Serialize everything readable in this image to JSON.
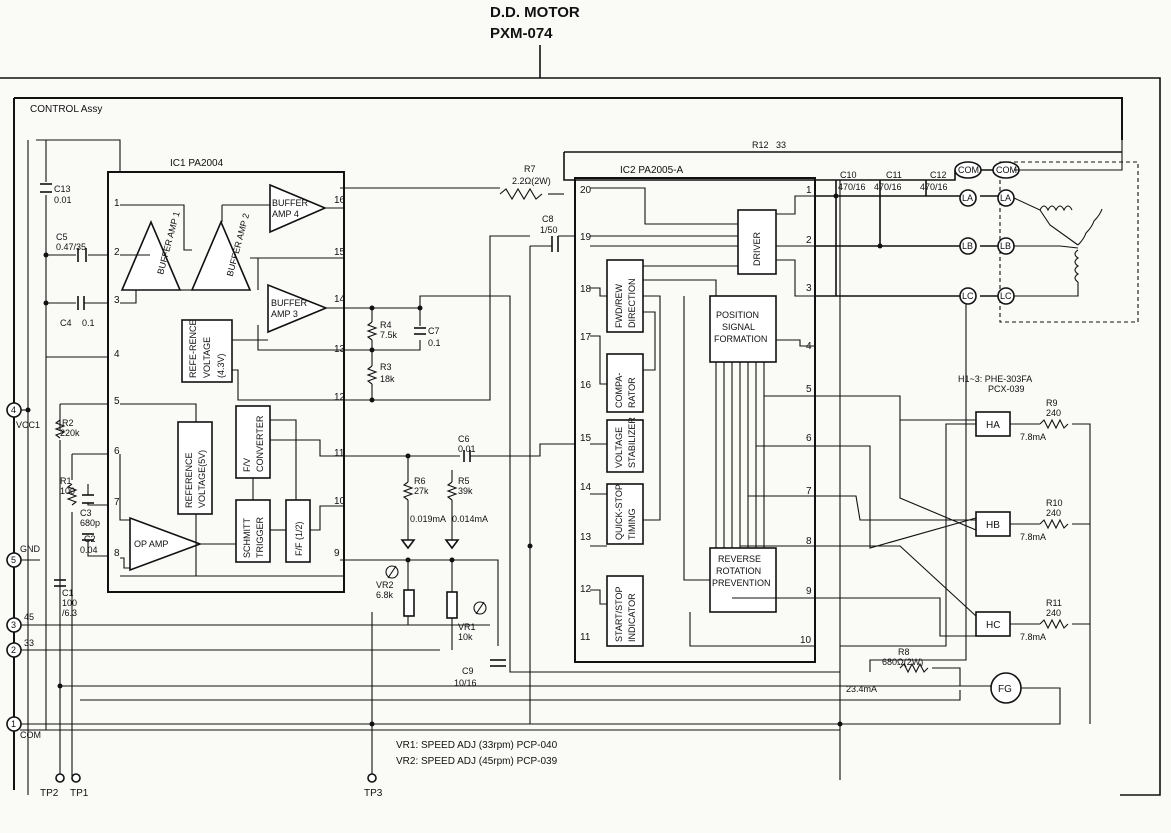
{
  "title": {
    "line1": "D.D. MOTOR",
    "line2": "PXM-074"
  },
  "control_label": "CONTROL Assy",
  "ic1": {
    "label": "IC1  PA2004",
    "buffer_amp4": "BUFFER AMP 4",
    "buffer_amp1": "BUFFER AMP 1",
    "buffer_amp2": "BUFFER AMP 2",
    "buffer_amp3": "BUFFER AMP 3",
    "reference_voltage_431": "REFERENCE VOLTAGE (4.3V)",
    "reference_voltage_5v": "REFERENCE VOLTAGE(5V)",
    "fv_converter": "F/V CONVERTER",
    "schmitt_trigger": "SCHMITT TRIGGER",
    "ff": "F/F (1/2)",
    "op_amp": "OP AMP",
    "pins": [
      "1",
      "2",
      "3",
      "4",
      "5",
      "6",
      "7",
      "8",
      "9",
      "10",
      "11",
      "12",
      "13",
      "14",
      "15",
      "16"
    ]
  },
  "ic2": {
    "label": "IC2  PA2005-A",
    "driver": "DRIVER",
    "fwd_rew": "FWD/REW DIRECTION",
    "position": "POSITION SIGNAL FORMATION",
    "comparator": "COMPA-RATOR",
    "voltage_stabilizer": "VOLTAGE STABI-LIZER",
    "quick_stop": "QUICK-STOP TIMING",
    "start_stop": "START/STOP INDICATOR",
    "reverse": "REVERSE ROTATION PREVENTION",
    "pins_left": [
      "20",
      "19",
      "18",
      "17",
      "16",
      "15",
      "14",
      "13",
      "12",
      "11"
    ],
    "pins_right": [
      "1",
      "2",
      "3",
      "4",
      "5",
      "6",
      "7",
      "8",
      "9",
      "10"
    ]
  },
  "components": {
    "c13": "C13",
    "c13v": "0.01",
    "c5": "C5",
    "c5v": "0.47/35",
    "c4": "C4",
    "c4v": "0.1",
    "r2": "R2",
    "r2v": "220k",
    "r1": "R1",
    "r1v": "100",
    "c3": "C3",
    "c3v": "680p",
    "c2": "C2",
    "c2v": "0.04",
    "c1": "C1",
    "c1v": "100",
    "c1x": "/6.3",
    "r7": "R7",
    "r7v": "2.2Ω(2W)",
    "r12": "R12",
    "r12v": "33",
    "c8": "C8",
    "c8v": "1/50",
    "r4": "R4",
    "r4v": "7.5k",
    "c7": "C7",
    "c7v": "0.1",
    "r3": "R3",
    "r3v": "18k",
    "c6": "C6",
    "c6v": "0.01",
    "r6": "R6",
    "r6v": "27k",
    "r5": "R5",
    "r5v": "39k",
    "i_r6": "0.019mA",
    "i_r5": "0.014mA",
    "vr2": "VR2",
    "vr2v": "6.8k",
    "vr1": "VR1",
    "vr1v": "10k",
    "c9": "C9",
    "c9v": "10/16",
    "c10": "C10",
    "c10v": "470/16",
    "c11": "C11",
    "c11v": "470/16",
    "c12": "C12",
    "c12v": "470/16",
    "r8": "R8",
    "r8v": "680Ω(2W)",
    "i_r8": "23.4mA",
    "r9": "R9",
    "r9v": "240",
    "r10": "R10",
    "r10v": "240",
    "r11": "R11",
    "r11v": "240",
    "i_hall": "7.8mA",
    "hall_note1": "H1~3: PHE-303FA",
    "hall_note2": "PCX-039",
    "ha": "HA",
    "hb": "HB",
    "hc": "HC",
    "fg": "FG",
    "com": "COM",
    "la": "LA",
    "lb": "LB",
    "lc": "LC"
  },
  "terminals": {
    "t4": "4",
    "t5": "5",
    "t3": "3",
    "t2": "2",
    "t1": "1",
    "vcc": "VCC1",
    "gnd": "GND",
    "v45": "45",
    "v33": "33",
    "com": "COM",
    "tp2": "TP2",
    "tp1": "TP1",
    "tp3": "TP3"
  },
  "notes": {
    "vr1": "VR1: SPEED ADJ (33rpm) PCP-040",
    "vr2": "VR2: SPEED ADJ (45rpm) PCP-039"
  }
}
